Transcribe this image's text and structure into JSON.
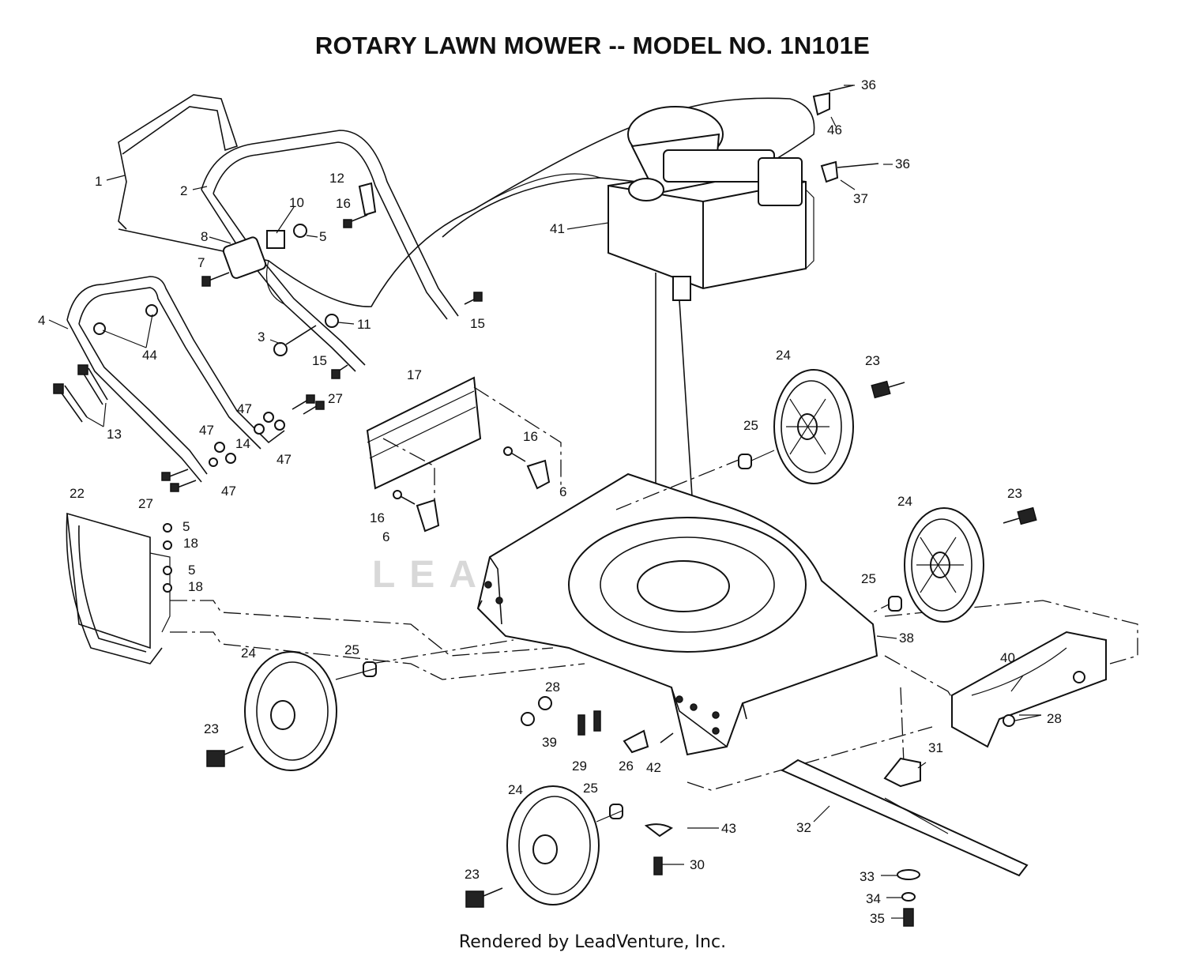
{
  "title": "ROTARY LAWN MOWER -- MODEL NO. 1N101E",
  "footer": "Rendered by LeadVenture, Inc.",
  "watermark": "LEADVENTURE",
  "parts": {
    "p1": "1",
    "p2": "2",
    "p3": "3",
    "p4": "4",
    "p5a": "5",
    "p5b": "5",
    "p5c": "5",
    "p6a": "6",
    "p6b": "6",
    "p7": "7",
    "p8": "8",
    "p10": "10",
    "p11": "11",
    "p12": "12",
    "p13": "13",
    "p14": "14",
    "p15a": "15",
    "p15b": "15",
    "p16a": "16",
    "p16b": "16",
    "p16c": "16",
    "p17": "17",
    "p18a": "18",
    "p18b": "18",
    "p22": "22",
    "p23a": "23",
    "p23b": "23",
    "p23c": "23",
    "p23d": "23",
    "p24a": "24",
    "p24b": "24",
    "p24c": "24",
    "p24d": "24",
    "p25a": "25",
    "p25b": "25",
    "p25c": "25",
    "p25d": "25",
    "p26": "26",
    "p27a": "27",
    "p27b": "27",
    "p28a": "28",
    "p28b": "28",
    "p29": "29",
    "p30": "30",
    "p31": "31",
    "p32": "32",
    "p33": "33",
    "p34": "34",
    "p35": "35",
    "p36a": "36",
    "p36b": "36",
    "p37": "37",
    "p38": "38",
    "p39": "39",
    "p40": "40",
    "p41": "41",
    "p42": "42",
    "p43": "43",
    "p44": "44",
    "p46": "46",
    "p47a": "47",
    "p47b": "47",
    "p47c": "47",
    "p47d": "47"
  }
}
